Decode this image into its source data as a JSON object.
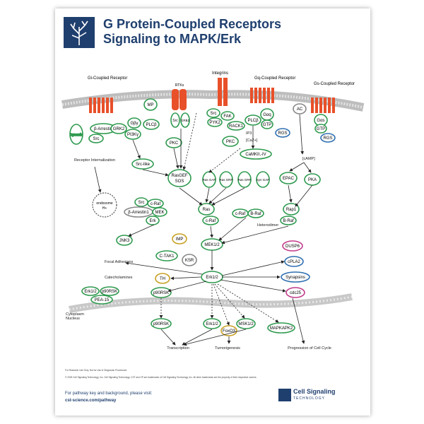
{
  "title": {
    "line1": "G Protein-Coupled Receptors",
    "line2": "Signaling to MAPK/Erk"
  },
  "colors": {
    "brand": "#1f3f6e",
    "node_border": "#2f9a4f",
    "receptor": "#e8502a",
    "membrane": "#bcbcbc"
  },
  "membrane_labels": {
    "gi_receptor": "Gi-Coupled Receptor",
    "integrins": "Integrins",
    "gq_receptor": "Gq-Coupled Receptor",
    "gs_receptor": "Gs-Coupled Receptor",
    "cytoplasm": "Cytoplasm",
    "nucleus": "Nucleus"
  },
  "nodes": {
    "dynamin": "Dynamin",
    "barrestin": "β-Arrestin",
    "src1": "Src",
    "grk2": "GRK2",
    "gby": "Gβγ",
    "pi3k": "PI3Kγ",
    "mp": "MP",
    "plcb1": "PLCβ",
    "rtks": "RTKs",
    "src2": "Src",
    "grb2": "GRB2",
    "src3": "Src",
    "fak": "FAK",
    "pyk2": "PYK2",
    "rack1": "RACK1",
    "plcb2": "PLCβ",
    "gaq": "Gαq",
    "gtp1": "GTP",
    "ip3": "IP3",
    "ca": "[Ca2+]",
    "rgs1": "RGS",
    "ac": "AC",
    "gas": "Gαs",
    "gtp2": "GTP",
    "rgs2": "RGS",
    "camp": "[cAMP]",
    "pkc1": "PKC",
    "pkc2": "PKC",
    "camk": "CaMKII,-IV",
    "srclike": "Src-like",
    "receptor_intern": "Receptor Internalization",
    "rasgef": "RasGEF",
    "sos": "SOS",
    "rasgap": "Ras GAP",
    "rasgrp": "Ras GRP",
    "rasgrf": "Ras GRF",
    "syngap": "Syn GAP",
    "epac": "EPAC",
    "pka": "PKA",
    "endosome": "endosome",
    "hplus": "H+",
    "src4": "Src",
    "craf1": "c-Raf",
    "barrestin1": "β-Arrestin1",
    "mek": "MEK",
    "erk": "Erk",
    "ras": "Ras",
    "craf2": "c-Raf",
    "craf3": "c-Raf",
    "braf1": "B-Raf",
    "braf2": "B-Raf",
    "rap1": "Rap1",
    "heterodimer": "Heterodimer",
    "jnk3": "JNK3",
    "imp": "IMP",
    "mek12": "MEK1/2",
    "dusp6": "DUSP6",
    "ctak1": "C-TAK1",
    "ksr": "KSR",
    "cpla2": "cPLA2",
    "focal": "Focal Adhesions",
    "erk12": "Erk1/2",
    "synapsins": "Synapsins",
    "catechol": "Catecholamines",
    "th": "TH",
    "erk12b": "Erk1/2",
    "p90rsk1": "p90RSK",
    "pea15": "PEA-15",
    "p90rsk2": "p90RSK",
    "cdc25": "cdc25",
    "p90rsk3": "p90RSK",
    "erk12c": "Erk1/2",
    "msk12": "MSK1/2",
    "foxo3": "FoxO3",
    "mapkapk2": "MAPKAPK2",
    "transcription": "Transcription",
    "tumorigenesis": "Tumorigenesis",
    "progression": "Progression of Cell Cycle"
  },
  "footer": {
    "fine1": "For Research Use Only. Not for Use in Diagnostic Procedures.",
    "fine2": "© 2025 Cell Signaling Technology, Inc. Cell Signaling Technology, CST and XP are trademarks of Cell Signaling Technology, Inc. All other trademarks are the property of their respective owners.",
    "pathway_text": "For pathway key and background, please visit:",
    "pathway_url": "cst-science.com/pathway",
    "brand_name_1": "Cell Signaling",
    "brand_name_2": "TECHNOLOGY"
  }
}
